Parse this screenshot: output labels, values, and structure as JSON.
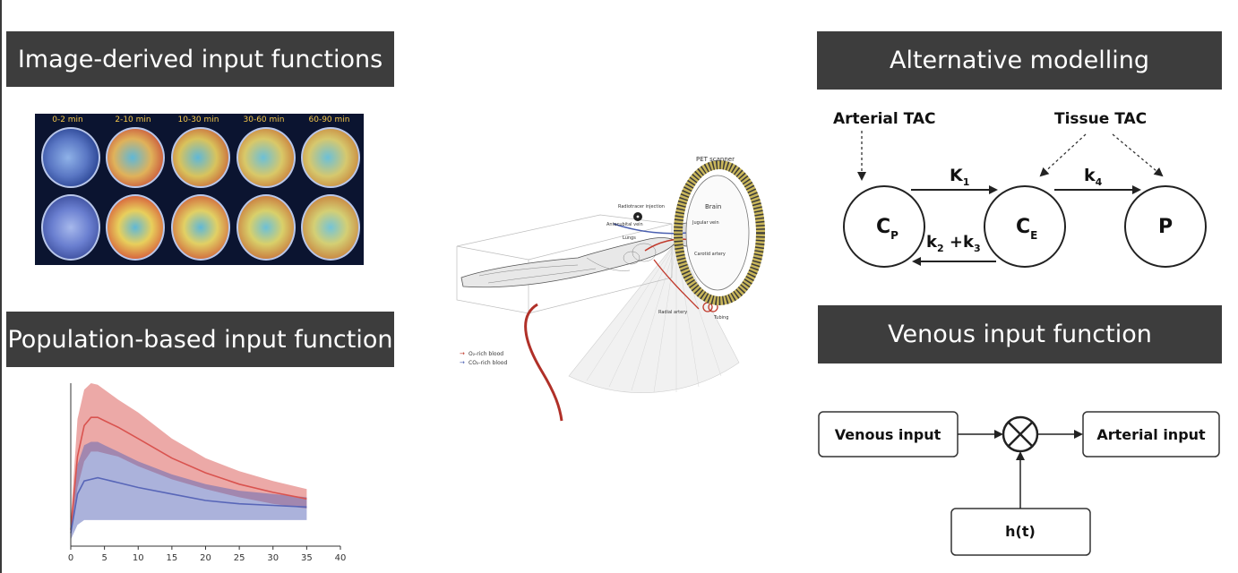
{
  "banners": {
    "image_derived": "Image-derived input functions",
    "population": "Population-based input function",
    "alternative": "Alternative modelling",
    "venous": "Venous input function"
  },
  "pet_panel": {
    "time_labels": [
      "0-2 min",
      "2-10 min",
      "10-30 min",
      "30-60 min",
      "60-90 min"
    ]
  },
  "anatomy": {
    "scanner_label": "PET scanner",
    "brain_label": "Brain",
    "injection_label": "Radiotracer injection",
    "antecubital_label": "Antecubital vein",
    "lungs_label": "Lungs",
    "jugular_label": "Jugular vein",
    "carotid_label": "Carotid artery",
    "radial_label": "Radial artery",
    "tubing_label": "Tubing",
    "legend_o2": "O₂-rich blood",
    "legend_co2": "CO₂-rich blood",
    "colors": {
      "o2": "#c0392b",
      "co2": "#4a5fb0"
    }
  },
  "compartment": {
    "arterial_tac": "Arterial TAC",
    "tissue_tac": "Tissue TAC",
    "cp": "C",
    "cp_sub": "P",
    "ce": "C",
    "ce_sub": "E",
    "p": "P",
    "k1": "K",
    "k1_sub": "1",
    "k4": "k",
    "k4_sub": "4",
    "k2": "k",
    "k2_sub": "2",
    "k3_plus": " +k",
    "k3_sub": "3"
  },
  "venous": {
    "venous_input": "Venous input",
    "arterial_input": "Arterial input",
    "ht": "h(t)"
  },
  "chart_data": {
    "type": "area",
    "x_ticks": [
      0,
      5,
      10,
      15,
      20,
      25,
      30,
      35,
      40
    ],
    "xlim": [
      0,
      40
    ],
    "ylim": [
      0,
      1.0
    ],
    "series": [
      {
        "color": "#d9534f",
        "x": [
          0,
          1,
          2,
          3,
          4,
          5,
          7,
          10,
          15,
          20,
          25,
          30,
          35
        ],
        "mean": [
          0.1,
          0.55,
          0.74,
          0.79,
          0.79,
          0.77,
          0.73,
          0.66,
          0.54,
          0.45,
          0.38,
          0.33,
          0.29
        ],
        "upper": [
          0.16,
          0.78,
          0.96,
          1.0,
          0.99,
          0.96,
          0.9,
          0.82,
          0.66,
          0.54,
          0.46,
          0.4,
          0.35
        ],
        "lower": [
          0.06,
          0.36,
          0.52,
          0.58,
          0.58,
          0.57,
          0.55,
          0.49,
          0.41,
          0.35,
          0.3,
          0.26,
          0.23
        ]
      },
      {
        "color": "#5866b8",
        "x": [
          0,
          1,
          2,
          3,
          4,
          5,
          7,
          10,
          15,
          20,
          25,
          30,
          35
        ],
        "mean": [
          0.08,
          0.32,
          0.4,
          0.41,
          0.42,
          0.41,
          0.39,
          0.36,
          0.32,
          0.28,
          0.26,
          0.25,
          0.24
        ],
        "upper": [
          0.14,
          0.5,
          0.62,
          0.64,
          0.64,
          0.62,
          0.58,
          0.52,
          0.44,
          0.38,
          0.34,
          0.32,
          0.3
        ],
        "lower": [
          0.04,
          0.13,
          0.16,
          0.16,
          0.16,
          0.16,
          0.16,
          0.16,
          0.16,
          0.16,
          0.16,
          0.16,
          0.16
        ]
      }
    ]
  }
}
